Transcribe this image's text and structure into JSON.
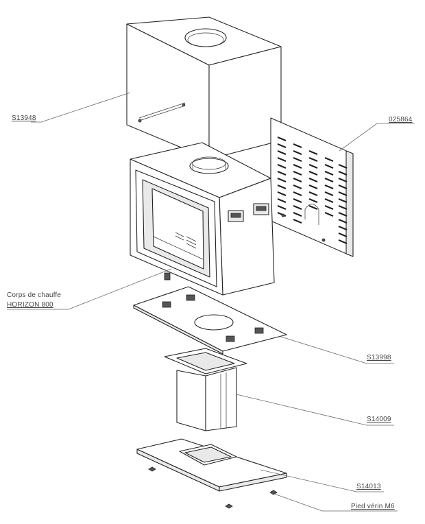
{
  "parts": [
    {
      "id": "s13948",
      "ref": "S13948"
    },
    {
      "id": "025864",
      "ref": "025864"
    },
    {
      "id": "body",
      "ref_line1": "Corps de chauffe",
      "ref_line2": "HORIZON 800"
    },
    {
      "id": "s13998",
      "ref": "S13998"
    },
    {
      "id": "s14009",
      "ref": "S14009"
    },
    {
      "id": "s14013",
      "ref": "S14013"
    },
    {
      "id": "foot",
      "ref": "Pied vérin M6"
    }
  ]
}
